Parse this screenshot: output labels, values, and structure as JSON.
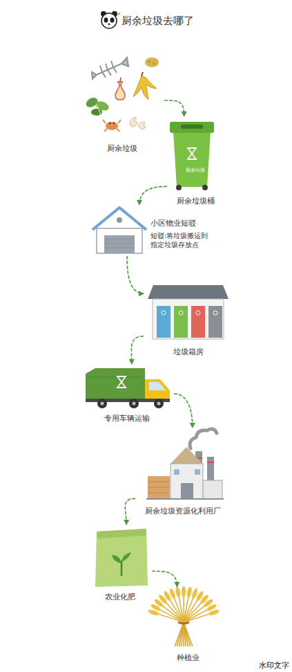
{
  "diagram": {
    "title": "厨余垃圾去哪了",
    "nodes": [
      {
        "text": [
          "厨余垃圾"
        ]
      },
      {
        "text": [
          "厨余垃圾",
          "厨余垃圾桶"
        ]
      },
      {
        "text": [
          "小区物业短驳",
          "短驳:将垃圾搬运到指定垃圾存放点"
        ]
      },
      {
        "text": [
          "垃圾箱房"
        ]
      },
      {
        "text": [
          "专用车辆运输"
        ]
      },
      {
        "text": [
          "厨余垃圾资源化利用厂"
        ]
      },
      {
        "text": [
          "农业化肥"
        ]
      },
      {
        "text": [
          "种植业"
        ]
      }
    ],
    "edges": [
      {
        "from": 0,
        "to": 1,
        "arrow": "to"
      },
      {
        "from": 1,
        "to": 2,
        "arrow": "to"
      },
      {
        "from": 2,
        "to": 3,
        "arrow": "to"
      },
      {
        "from": 3,
        "to": 4,
        "arrow": "to"
      },
      {
        "from": 4,
        "to": 5,
        "arrow": "to"
      },
      {
        "from": 5,
        "to": 6,
        "arrow": "to"
      },
      {
        "from": 6,
        "to": 7,
        "arrow": "to"
      }
    ],
    "labels": [
      "水印文字"
    ]
  }
}
